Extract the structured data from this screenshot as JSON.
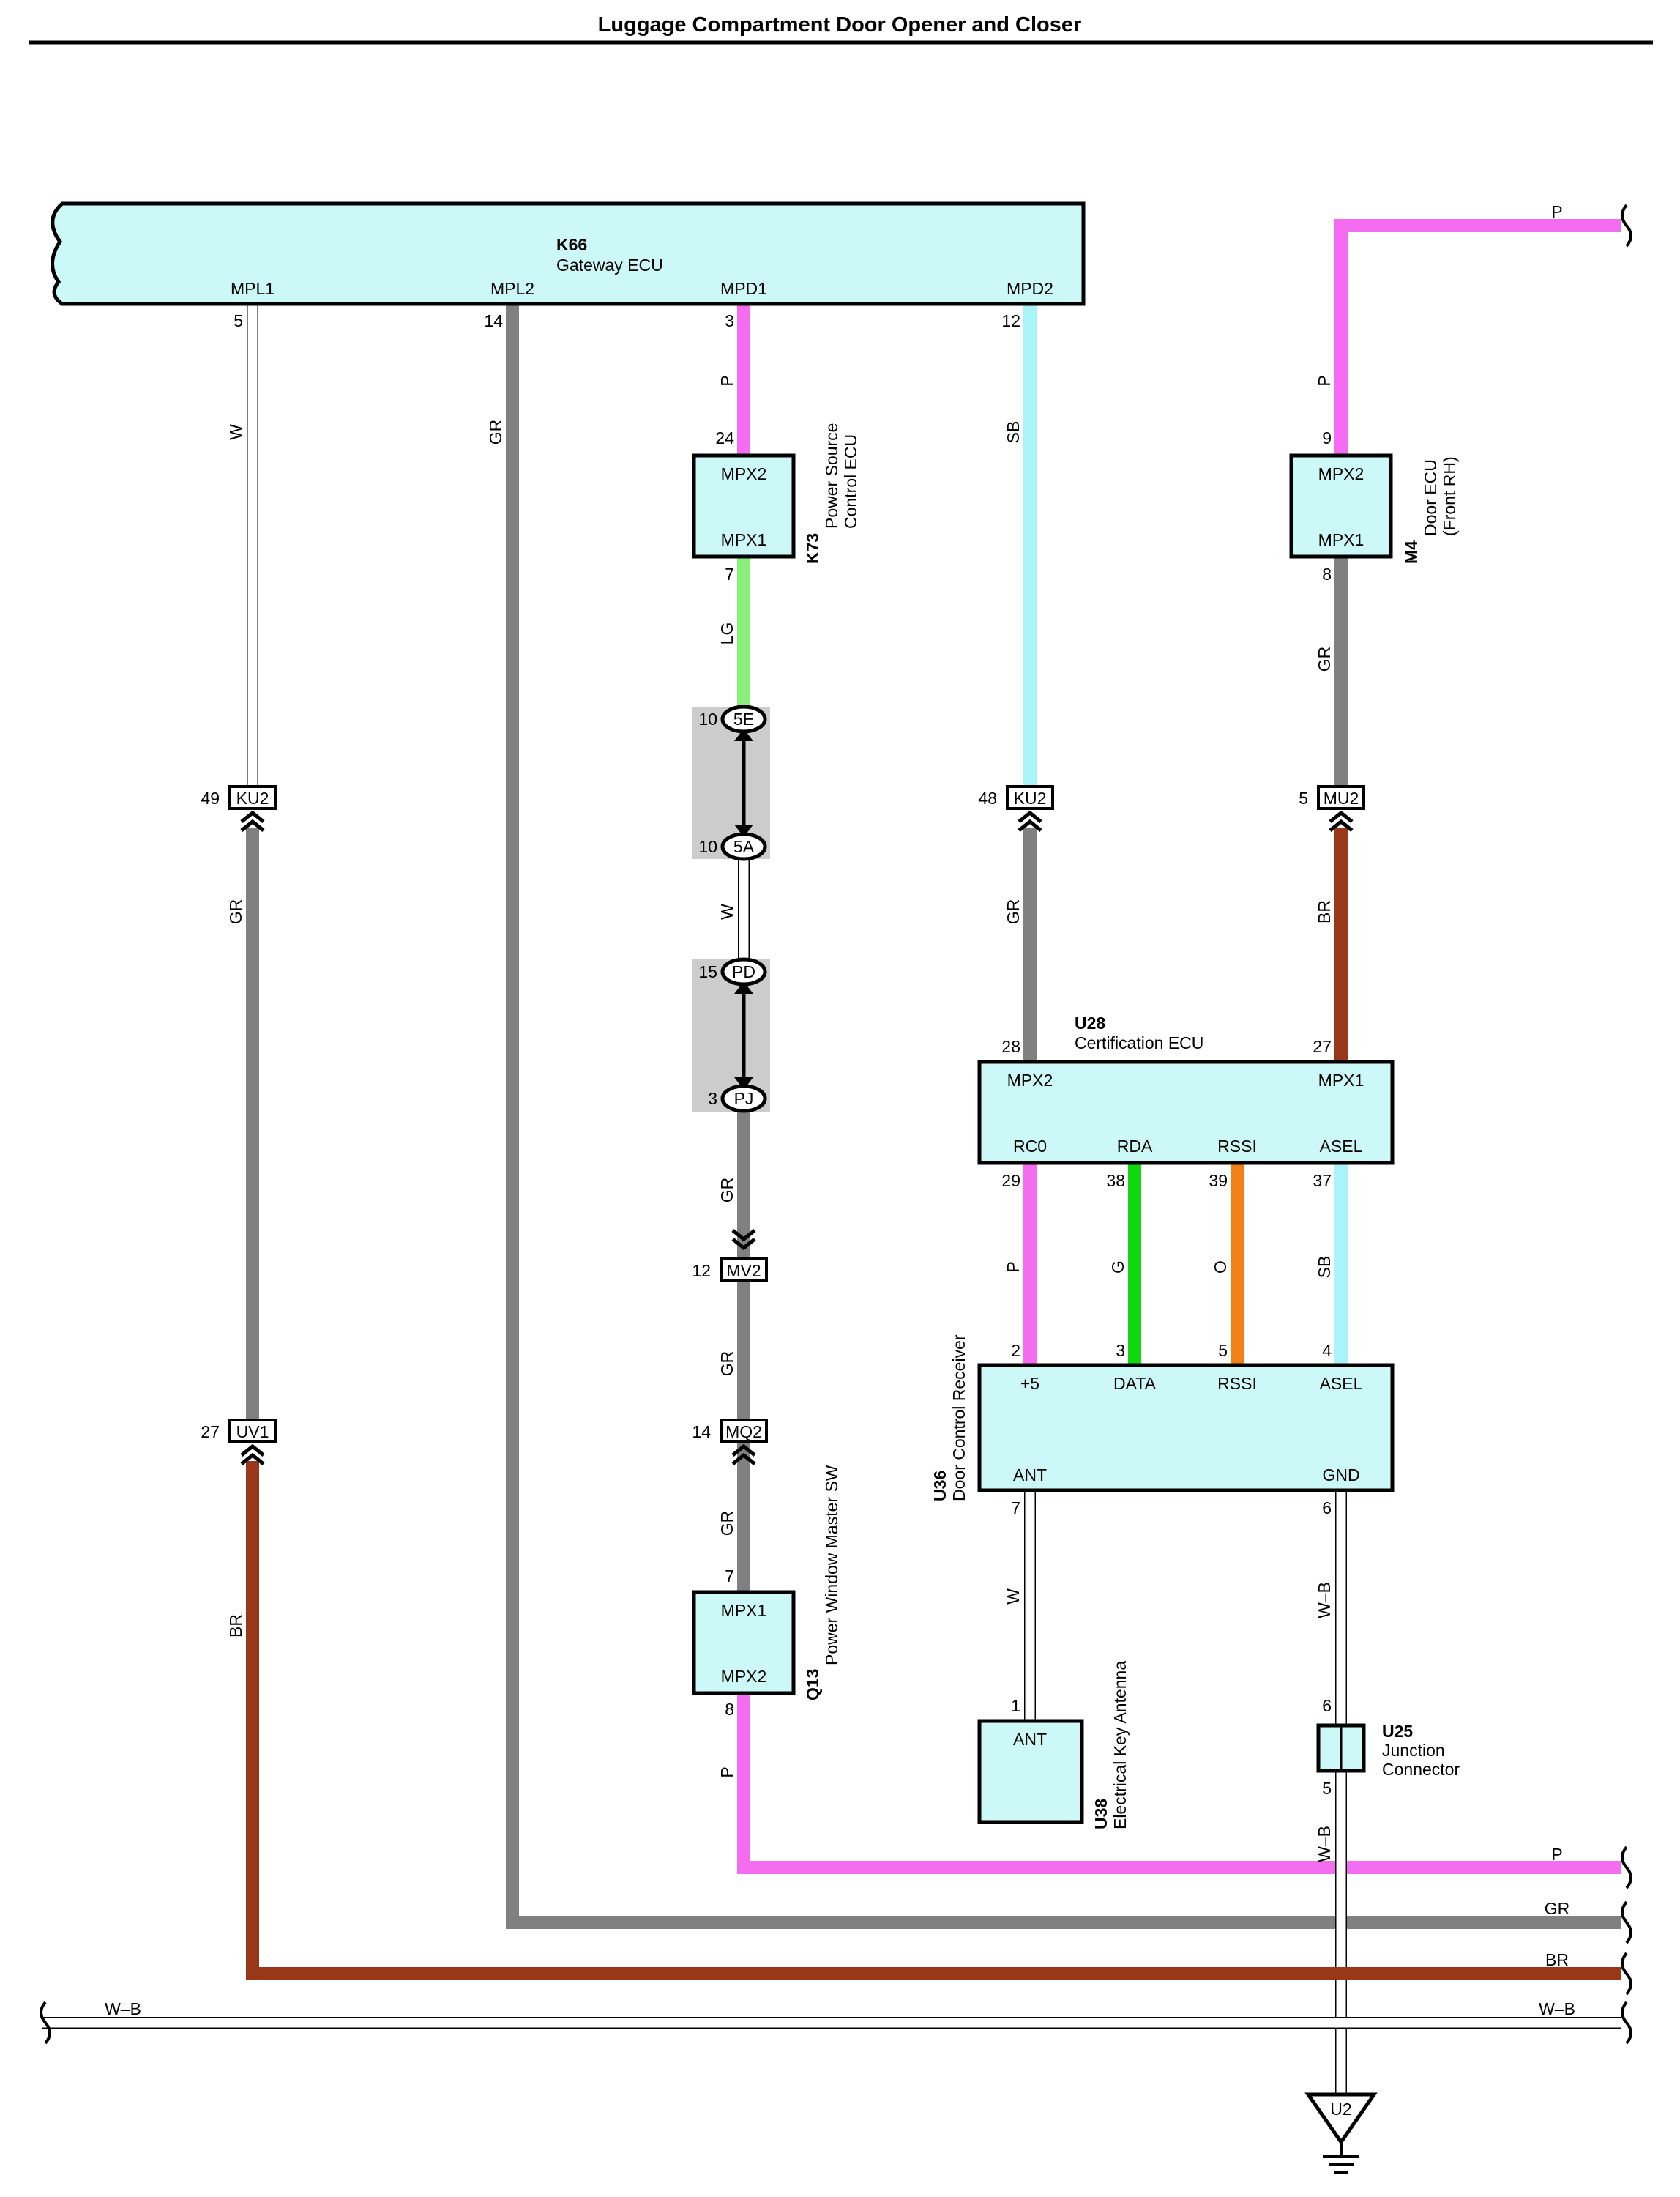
{
  "title": "Luggage Compartment Door Opener and Closer",
  "colors": {
    "P": "#f46cf0",
    "GR": "#808080",
    "SB": "#a8f4f8",
    "LG": "#88f078",
    "G": "#10d810",
    "O": "#f08018",
    "BR": "#983818",
    "W": "#ffffff",
    "WB": "#ffffff",
    "box": "#ccf8f8",
    "splice": "#cccccc"
  },
  "components": {
    "k66": {
      "code": "K66",
      "name": "Gateway ECU",
      "pins": [
        "MPL1",
        "MPL2",
        "MPD1",
        "MPD2"
      ]
    },
    "k73": {
      "code": "K73",
      "name_line1": "Power Source",
      "name_line2": "Control ECU",
      "top": "MPX2",
      "bottom": "MPX1"
    },
    "m4": {
      "code": "M4",
      "name_line1": "Door ECU",
      "name_line2": "(Front RH)",
      "top": "MPX2",
      "bottom": "MPX1"
    },
    "q13": {
      "code": "Q13",
      "name": "Power Window Master SW",
      "top": "MPX1",
      "bottom": "MPX2"
    },
    "u28": {
      "code": "U28",
      "name": "Certification ECU",
      "top_left": "MPX2",
      "top_right": "MPX1",
      "bottom_pins": [
        "RC0",
        "RDA",
        "RSSI",
        "ASEL"
      ]
    },
    "u36": {
      "code": "U36",
      "name": "Door Control Receiver",
      "top_pins": [
        "+5",
        "DATA",
        "RSSI",
        "ASEL"
      ],
      "bottom_left": "ANT",
      "bottom_right": "GND"
    },
    "u38": {
      "code": "U38",
      "name": "Electrical Key Antenna",
      "pin": "ANT"
    },
    "u25": {
      "code": "U25",
      "name_line1": "Junction",
      "name_line2": "Connector"
    },
    "u2": {
      "code": "U2"
    }
  },
  "connectors": {
    "ku2_left": "KU2",
    "uv1": "UV1",
    "ku2_mid": "KU2",
    "mu2": "MU2",
    "mv2": "MV2",
    "mq2": "MQ2",
    "s5e": "5E",
    "s5a": "5A",
    "spd": "PD",
    "spj": "PJ"
  },
  "pins": {
    "k66_mpl1": "5",
    "k66_mpl2": "14",
    "k66_mpd1": "3",
    "k66_mpd2": "12",
    "k73_top": "24",
    "k73_bottom": "7",
    "m4_top": "9",
    "m4_bottom": "8",
    "s5e": "10",
    "s5a": "10",
    "spd": "15",
    "spj": "3",
    "ku2_left": "49",
    "uv1": "27",
    "ku2_mid": "48",
    "mu2": "5",
    "mv2": "12",
    "mq2": "14",
    "q13_top": "7",
    "q13_bottom": "8",
    "u28_mpx2": "28",
    "u28_mpx1": "27",
    "u28_rc0": "29",
    "u28_rda": "38",
    "u28_rssi": "39",
    "u28_asel": "37",
    "u36_p5": "2",
    "u36_data": "3",
    "u36_rssi": "5",
    "u36_asel": "4",
    "u36_ant": "7",
    "u36_gnd": "6",
    "u38_ant": "1",
    "u25_top": "6",
    "u25_bottom": "5"
  },
  "wire_labels": {
    "w_mpl1": "W",
    "w_mpl2": "GR",
    "w_mpd1": "P",
    "w_k73_out": "LG",
    "w_mid_splice": "W",
    "w_pj_mv2": "GR",
    "w_mv2_mq2": "GR",
    "w_mq2_q13": "GR",
    "w_q13_out": "P",
    "w_mpd2": "SB",
    "w_ku2_u28": "GR",
    "w_p_top": "P",
    "w_m4_in": "P",
    "w_m4_out": "GR",
    "w_mu2_u28": "BR",
    "w_rc0": "P",
    "w_rda": "G",
    "w_rssi": "O",
    "w_asel": "SB",
    "w_ant": "W",
    "w_gnd": "W–B",
    "w_u25_out": "W–B",
    "w_ku2_uv1": "GR",
    "w_uv1_out": "BR",
    "bus_p": "P",
    "bus_gr": "GR",
    "bus_br": "BR",
    "bus_wb_left": "W–B",
    "bus_wb_right": "W–B"
  }
}
